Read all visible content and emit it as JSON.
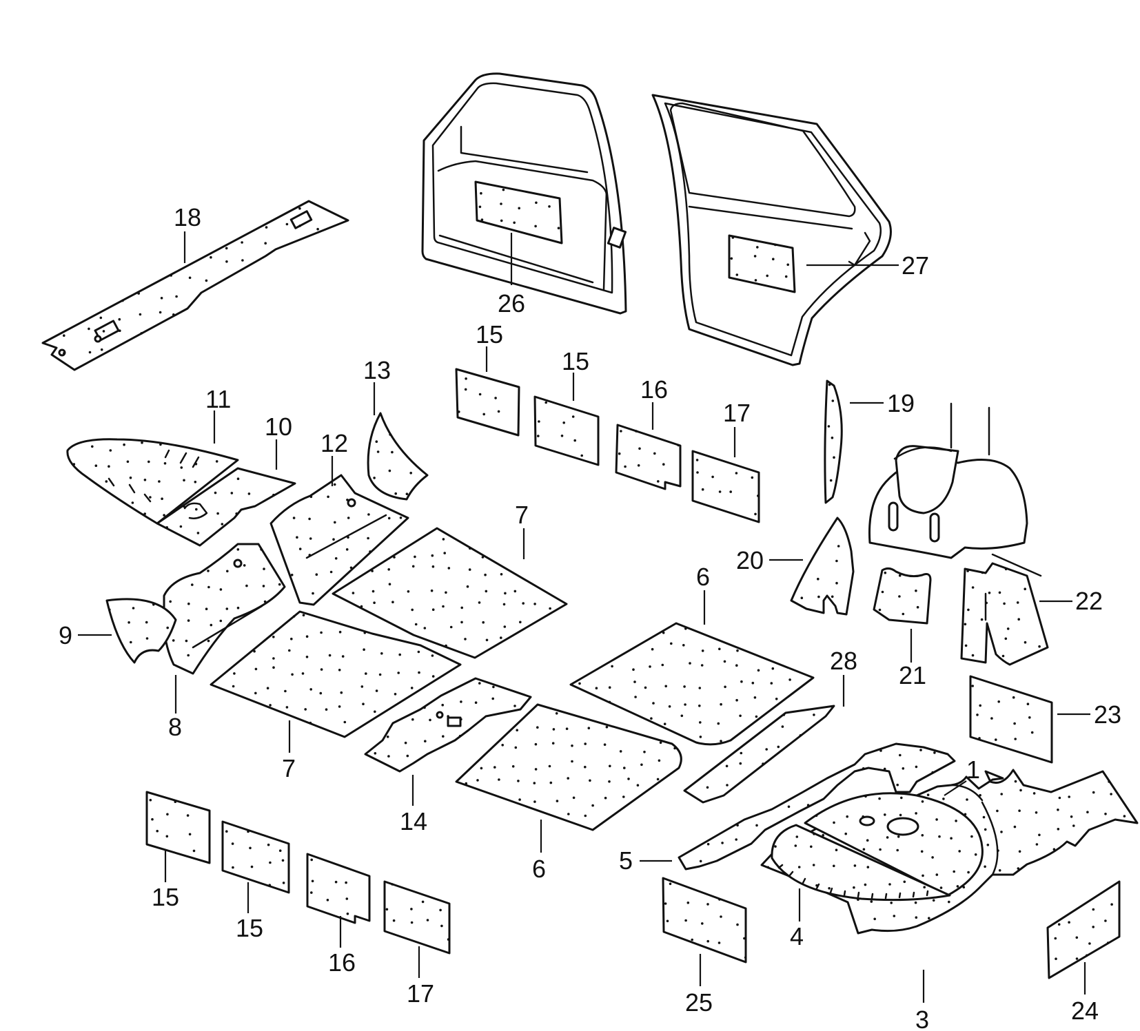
{
  "callouts": [
    {
      "id": "c1",
      "text": "1"
    },
    {
      "id": "c3",
      "text": "3"
    },
    {
      "id": "c4",
      "text": "4"
    },
    {
      "id": "c5",
      "text": "5"
    },
    {
      "id": "c6a",
      "text": "6"
    },
    {
      "id": "c6b",
      "text": "6"
    },
    {
      "id": "c7a",
      "text": "7"
    },
    {
      "id": "c7b",
      "text": "7"
    },
    {
      "id": "c8",
      "text": "8"
    },
    {
      "id": "c9",
      "text": "9"
    },
    {
      "id": "c10",
      "text": "10"
    },
    {
      "id": "c11",
      "text": "11"
    },
    {
      "id": "c12",
      "text": "12"
    },
    {
      "id": "c13",
      "text": "13"
    },
    {
      "id": "c14",
      "text": "14"
    },
    {
      "id": "c15a",
      "text": "15"
    },
    {
      "id": "c15b",
      "text": "15"
    },
    {
      "id": "c15c",
      "text": "15"
    },
    {
      "id": "c15d",
      "text": "15"
    },
    {
      "id": "c16a",
      "text": "16"
    },
    {
      "id": "c16b",
      "text": "16"
    },
    {
      "id": "c17a",
      "text": "17"
    },
    {
      "id": "c17b",
      "text": "17"
    },
    {
      "id": "c18",
      "text": "18"
    },
    {
      "id": "c19",
      "text": "19"
    },
    {
      "id": "c20",
      "text": "20"
    },
    {
      "id": "c21",
      "text": "21"
    },
    {
      "id": "c22",
      "text": "22"
    },
    {
      "id": "c23",
      "text": "23"
    },
    {
      "id": "c24",
      "text": "24"
    },
    {
      "id": "c25",
      "text": "25"
    },
    {
      "id": "c26",
      "text": "26"
    },
    {
      "id": "c27",
      "text": "27"
    },
    {
      "id": "c28",
      "text": "28"
    }
  ]
}
